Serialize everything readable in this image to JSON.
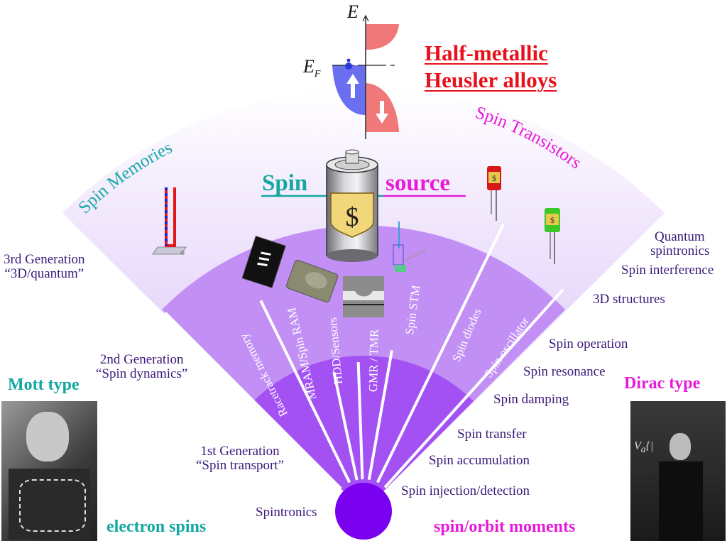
{
  "top": {
    "band_diagram": {
      "energy_axis_label": "E",
      "fermi_label": "E",
      "fermi_subscript": "F",
      "spin_up_color": "#6a6ff0",
      "spin_down_color": "#f07878"
    },
    "title_line1": "Half-metallic",
    "title_line2": "Heusler alloys",
    "title_color": "#e8101a"
  },
  "center": {
    "spin_label": "Spin",
    "source_label": "source",
    "battery_symbol": "$"
  },
  "arcs": {
    "left_title": "Spin Memories",
    "right_title": "Spin Transistors"
  },
  "generations": [
    {
      "line1": "3rd Generation",
      "line2": "“3D/quantum”"
    },
    {
      "line1": "2nd Generation",
      "line2": "“Spin dynamics”"
    },
    {
      "line1": "1st Generation",
      "line2": "“Spin transport”"
    }
  ],
  "core_label": "Spintronics",
  "rays": [
    {
      "label": "Racetrack memory"
    },
    {
      "label": "MRAM/Spin RAM"
    },
    {
      "label": "HDD/Sensors"
    },
    {
      "label": "GMR / TMR"
    },
    {
      "label": "Spin STM"
    },
    {
      "label": "Spin diodes"
    },
    {
      "label": "Spin oscillator"
    }
  ],
  "right_phenomena": [
    {
      "label": "Quantum"
    },
    {
      "label": "spintronics"
    },
    {
      "label": "Spin interference"
    },
    {
      "label": "3D structures"
    },
    {
      "label": "Spin operation"
    },
    {
      "label": "Spin resonance"
    },
    {
      "label": "Spin damping"
    },
    {
      "label": "Spin transfer"
    },
    {
      "label": "Spin accumulation"
    },
    {
      "label": "Spin injection/detection"
    }
  ],
  "left_person": {
    "type_label": "Mott type",
    "caption": "electron spins"
  },
  "right_person": {
    "type_label": "Dirac type",
    "caption": "spin/orbit moments"
  },
  "colors": {
    "inner": "#7a00f0",
    "band1": "#a04cf5",
    "band2": "#c08ef6",
    "band3": "#e6d4fb",
    "teal": "#14a8a2",
    "magenta": "#e61ad9",
    "text_purple": "#3a1a7a"
  }
}
